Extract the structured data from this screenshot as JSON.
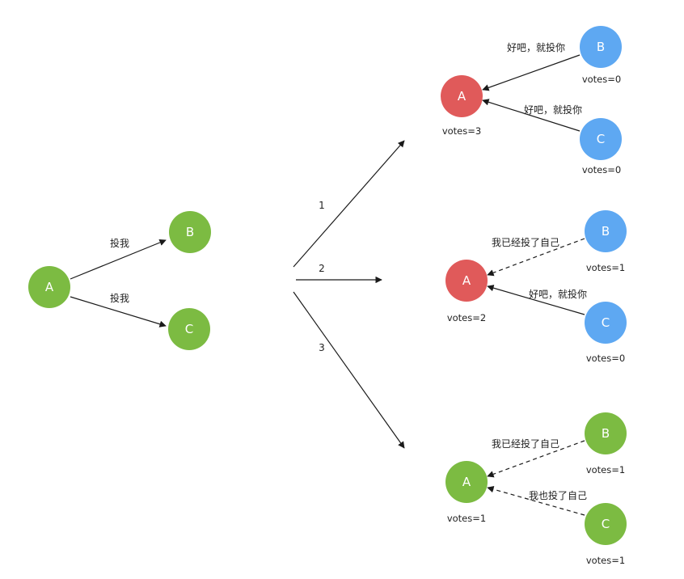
{
  "colors": {
    "green": "#7cbb42",
    "red": "#e05a5a",
    "blue": "#5ea8f2",
    "line": "#1a1a1a",
    "background": "#ffffff"
  },
  "initial": {
    "node_a": "A",
    "node_b": "B",
    "node_c": "C",
    "edge_ab": "投我",
    "edge_ac": "投我"
  },
  "branches": {
    "branch1": "1",
    "branch2": "2",
    "branch3": "3"
  },
  "scenario1": {
    "node_a": "A",
    "node_b": "B",
    "node_c": "C",
    "votes_a": "votes=3",
    "votes_b": "votes=0",
    "votes_c": "votes=0",
    "edge_ba": "好吧，就投你",
    "edge_ca": "好吧，就投你"
  },
  "scenario2": {
    "node_a": "A",
    "node_b": "B",
    "node_c": "C",
    "votes_a": "votes=2",
    "votes_b": "votes=1",
    "votes_c": "votes=0",
    "edge_ba": "我已经投了自己",
    "edge_ca": "好吧，就投你"
  },
  "scenario3": {
    "node_a": "A",
    "node_b": "B",
    "node_c": "C",
    "votes_a": "votes=1",
    "votes_b": "votes=1",
    "votes_c": "votes=1",
    "edge_ba": "我已经投了自己",
    "edge_ca": "我也投了自己"
  }
}
